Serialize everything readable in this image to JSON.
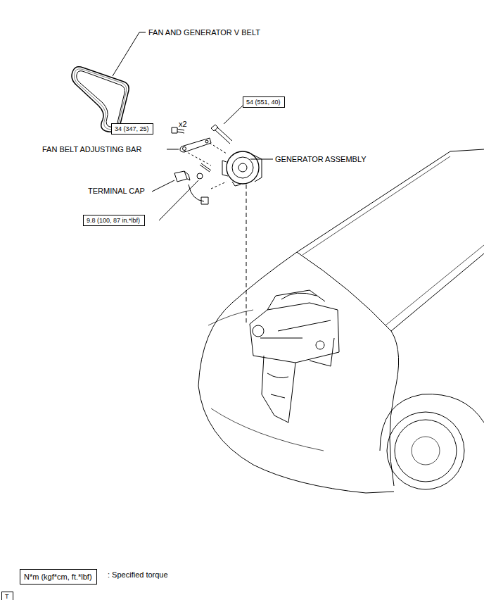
{
  "diagram": {
    "nodes": [
      {
        "text": [
          "54 (551, 40)"
        ]
      },
      {
        "text": [
          "34 (347, 25)"
        ]
      },
      {
        "text": [
          "9.8 (100, 87 in.*lbf)"
        ]
      },
      {
        "text": [
          "N*m (kgf*cm, ft.*lbf)"
        ]
      },
      {
        "text": [
          "T"
        ]
      }
    ],
    "labels": [
      "FAN AND GENERATOR V BELT",
      "x2",
      "FAN BELT ADJUSTING BAR",
      "GENERATOR ASSEMBLY",
      "TERMINAL CAP",
      ": Specified torque"
    ]
  }
}
